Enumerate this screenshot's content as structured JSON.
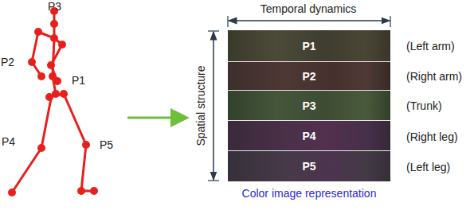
{
  "diagram": {
    "nodes": [
      {
        "text": [
          "P1"
        ]
      },
      {
        "text": [
          "P2"
        ]
      },
      {
        "text": [
          "P3"
        ]
      },
      {
        "text": [
          "P4"
        ]
      },
      {
        "text": [
          "P5"
        ]
      }
    ],
    "labels": [
      "P3",
      "P2",
      "P1",
      "P4",
      "P5",
      "Temporal dynamics",
      "Spatial structure",
      "(Left arm)",
      "(Right arm)",
      "(Trunk)",
      "(Right leg)",
      "(Left leg)",
      "Color image representation"
    ]
  }
}
